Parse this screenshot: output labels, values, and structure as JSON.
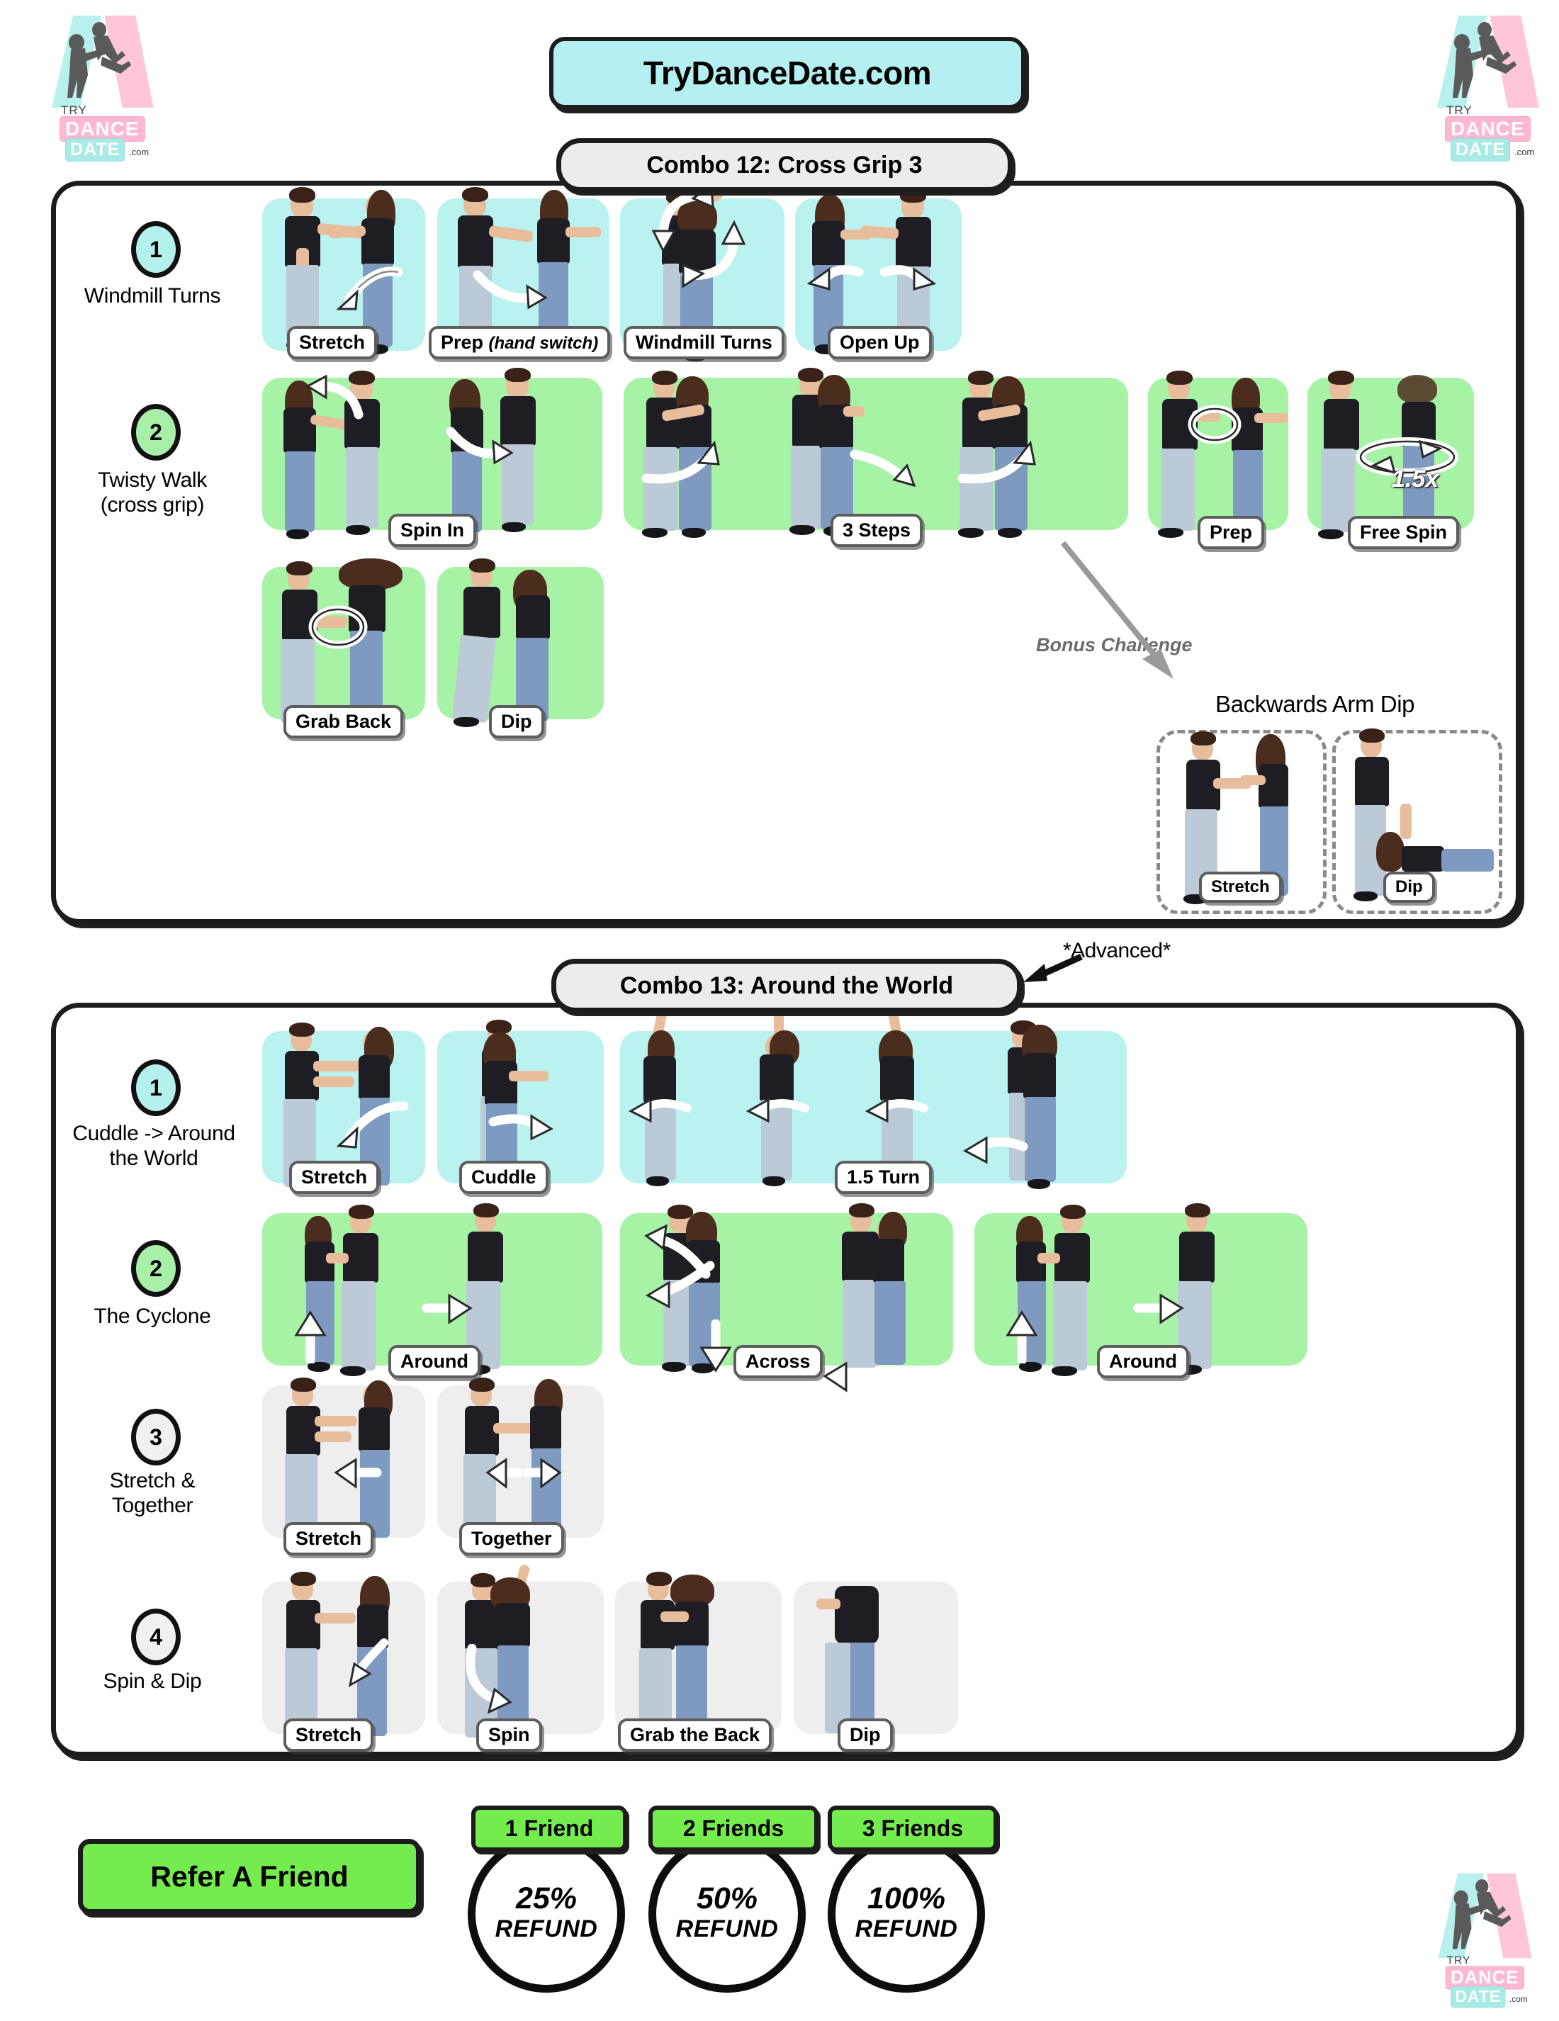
{
  "site": {
    "title": "TryDanceDate.com",
    "logo": {
      "try": "TRY",
      "dance": "DANCE",
      "date": "DATE",
      "dotcom": ".com"
    }
  },
  "colors": {
    "cyan_band": "#b9f2ee",
    "green_band": "#a7f3a6",
    "grey_band": "#eeeeee",
    "accent_green": "#74ec4e",
    "title_bg": "#b4f0f2",
    "outline": "#1c1c1c"
  },
  "combos": [
    {
      "header": "Combo 12: Cross Grip 3",
      "rows": [
        {
          "number": "1",
          "label": "Windmill Turns",
          "band": "cyan",
          "captions": [
            "Stretch",
            "Prep",
            "Windmill Turns",
            "Open Up"
          ],
          "caption_sub": "(hand switch)"
        },
        {
          "number": "2",
          "label_line1": "Twisty Walk",
          "label_line2": "(cross grip)",
          "band": "green",
          "captions": [
            "Spin In",
            "3 Steps",
            "Prep",
            "Free Spin",
            "Grab Back",
            "Dip"
          ],
          "overlay": "1.5x"
        }
      ],
      "bonus": {
        "tag": "Bonus Challenge",
        "title": "Backwards Arm Dip",
        "captions": [
          "Stretch",
          "Dip"
        ]
      }
    },
    {
      "header": "Combo 13: Around the World",
      "note": "*Advanced*",
      "rows": [
        {
          "number": "1",
          "label_line1": "Cuddle -> Around",
          "label_line2": "the World",
          "band": "cyan",
          "captions": [
            "Stretch",
            "Cuddle",
            "1.5 Turn"
          ]
        },
        {
          "number": "2",
          "label": "The Cyclone",
          "band": "green",
          "captions": [
            "Around",
            "Across",
            "Around"
          ]
        },
        {
          "number": "3",
          "label_line1": "Stretch &",
          "label_line2": "Together",
          "band": "grey",
          "captions": [
            "Stretch",
            "Together"
          ]
        },
        {
          "number": "4",
          "label": "Spin & Dip",
          "band": "grey",
          "captions": [
            "Stretch",
            "Spin",
            "Grab the Back",
            "Dip"
          ]
        }
      ]
    }
  ],
  "footer": {
    "refer_button": "Refer A Friend",
    "tiers": [
      {
        "friends": "1 Friend",
        "percent": "25%",
        "word": "REFUND"
      },
      {
        "friends": "2 Friends",
        "percent": "50%",
        "word": "REFUND"
      },
      {
        "friends": "3 Friends",
        "percent": "100%",
        "word": "REFUND"
      }
    ]
  }
}
